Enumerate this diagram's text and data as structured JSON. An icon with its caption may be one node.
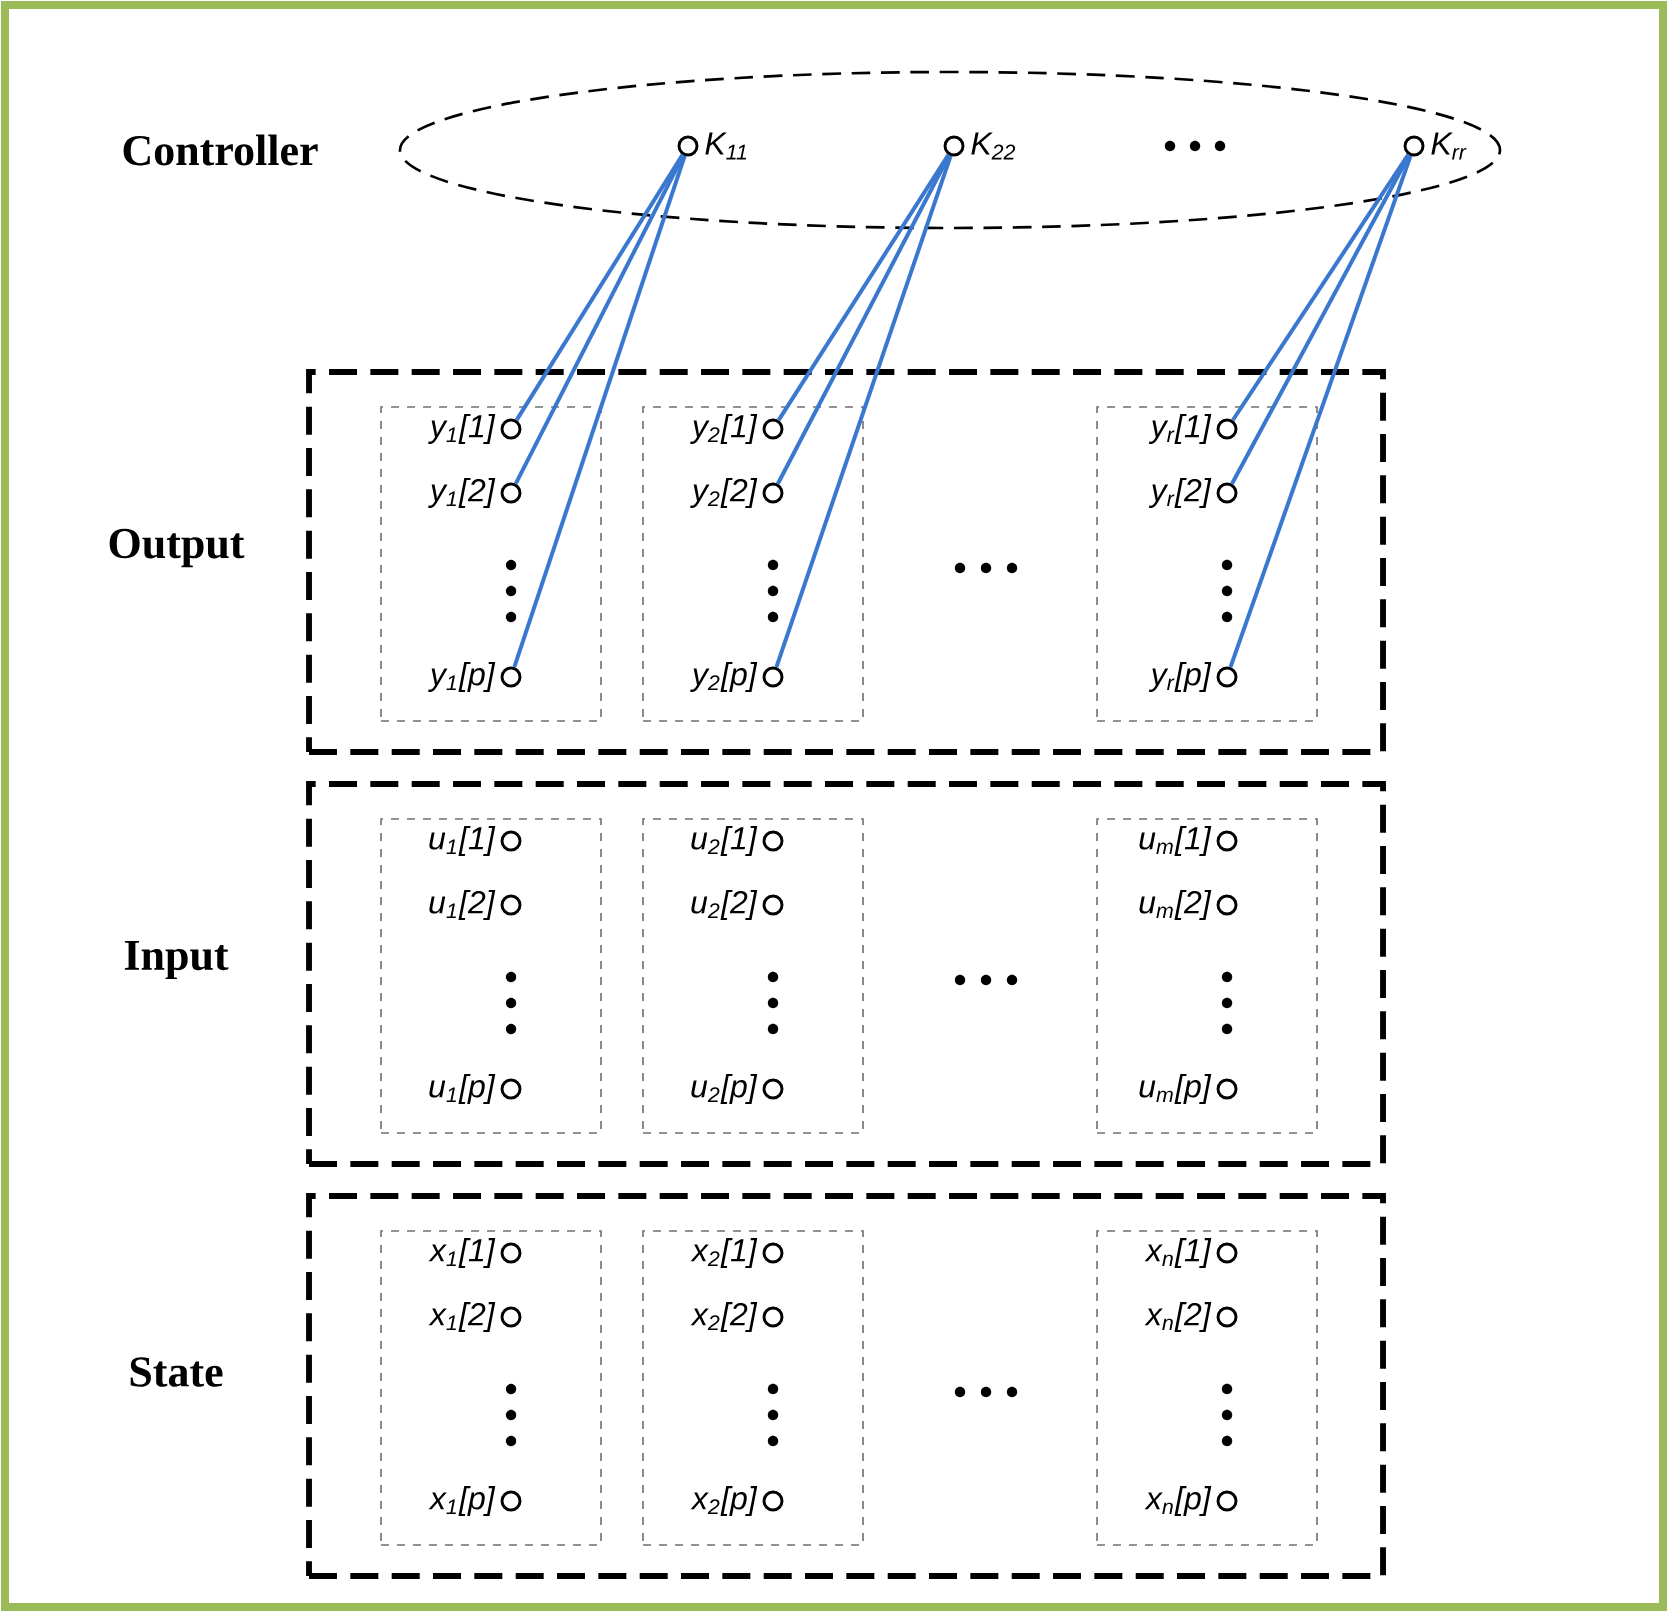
{
  "diagram": {
    "nodes": [
      {
        "text": [
          "Controller"
        ]
      },
      {
        "text": [
          "K$_{11}$"
        ],
        "in": 0
      },
      {
        "text": [
          "K$_{22}$"
        ],
        "in": 0
      },
      {
        "text": [
          "K$_{rr}$"
        ],
        "in": 0
      },
      {
        "text": [
          "Output"
        ]
      },
      {
        "text": [],
        "shape": "box",
        "in": 4
      },
      {
        "text": [
          "y$_{1}$[1]"
        ],
        "in": 5
      },
      {
        "text": [
          "y$_{1}$[2]"
        ],
        "in": 5
      },
      {
        "text": [
          "y$_{1}$[p]"
        ],
        "in": 5
      },
      {
        "text": [],
        "shape": "box",
        "in": 4
      },
      {
        "text": [
          "y$_{2}$[1]"
        ],
        "in": 9
      },
      {
        "text": [
          "y$_{2}$[2]"
        ],
        "in": 9
      },
      {
        "text": [
          "y$_{2}$[p]"
        ],
        "in": 9
      },
      {
        "text": [],
        "shape": "box",
        "in": 4
      },
      {
        "text": [
          "y$_{r}$[1]"
        ],
        "in": 13
      },
      {
        "text": [
          "y$_{r}$[2]"
        ],
        "in": 13
      },
      {
        "text": [
          "y$_{r}$[p]"
        ],
        "in": 13
      },
      {
        "text": [
          "Input"
        ]
      },
      {
        "text": [],
        "shape": "box",
        "in": 17
      },
      {
        "text": [
          "u$_{1}$[1]"
        ],
        "in": 18
      },
      {
        "text": [
          "u$_{1}$[2]"
        ],
        "in": 18
      },
      {
        "text": [
          "u$_{1}$[p]"
        ],
        "in": 18
      },
      {
        "text": [],
        "shape": "box",
        "in": 17
      },
      {
        "text": [
          "u$_{2}$[1]"
        ],
        "in": 22
      },
      {
        "text": [
          "u$_{2}$[2]"
        ],
        "in": 22
      },
      {
        "text": [
          "u$_{2}$[p]"
        ],
        "in": 22
      },
      {
        "text": [],
        "shape": "box",
        "in": 17
      },
      {
        "text": [
          "u$_{m}$[1]"
        ],
        "in": 26
      },
      {
        "text": [
          "u$_{m}$[2]"
        ],
        "in": 26
      },
      {
        "text": [
          "u$_{m}$[p]"
        ],
        "in": 26
      },
      {
        "text": [
          "State"
        ]
      },
      {
        "text": [],
        "shape": "box",
        "in": 30
      },
      {
        "text": [
          "x$_{1}$[1]"
        ],
        "in": 31
      },
      {
        "text": [
          "x$_{1}$[2]"
        ],
        "in": 31
      },
      {
        "text": [
          "x$_{1}$[p]"
        ],
        "in": 31
      },
      {
        "text": [],
        "shape": "box",
        "in": 30
      },
      {
        "text": [
          "x$_{2}$[1]"
        ],
        "in": 35
      },
      {
        "text": [
          "x$_{2}$[2]"
        ],
        "in": 35
      },
      {
        "text": [
          "x$_{2}$[p]"
        ],
        "in": 35
      },
      {
        "text": [],
        "shape": "box",
        "in": 30
      },
      {
        "text": [
          "x$_{n}$[1]"
        ],
        "in": 39
      },
      {
        "text": [
          "x$_{n}$[2]"
        ],
        "in": 39
      },
      {
        "text": [
          "x$_{n}$[p]"
        ],
        "in": 39
      }
    ],
    "edges": [
      {
        "from": 1,
        "to": 6,
        "arrow": "none"
      },
      {
        "from": 1,
        "to": 7,
        "arrow": "none"
      },
      {
        "from": 1,
        "to": 8,
        "arrow": "none"
      },
      {
        "from": 2,
        "to": 10,
        "arrow": "none"
      },
      {
        "from": 2,
        "to": 11,
        "arrow": "none"
      },
      {
        "from": 2,
        "to": 12,
        "arrow": "none"
      },
      {
        "from": 3,
        "to": 14,
        "arrow": "none"
      },
      {
        "from": 3,
        "to": 15,
        "arrow": "none"
      },
      {
        "from": 3,
        "to": 16,
        "arrow": "none"
      }
    ]
  }
}
